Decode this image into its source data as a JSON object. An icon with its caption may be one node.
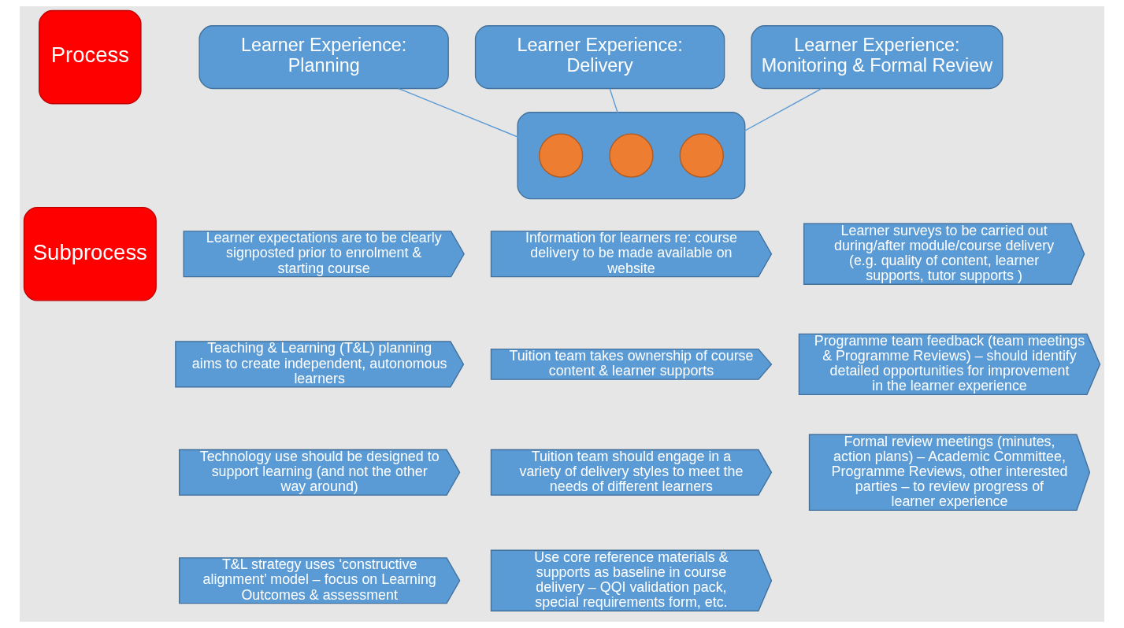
{
  "diagram": {
    "nodes": [
      {
        "text": [
          "Process"
        ]
      },
      {
        "text": [
          "Subprocess"
        ]
      },
      {
        "text": [
          "Learner Experience: Planning"
        ]
      },
      {
        "text": [
          "Learner Experience: Delivery"
        ]
      },
      {
        "text": [
          "Learner Experience: Monitoring & Formal Review"
        ]
      },
      {
        "text": [],
        "shape": "bar"
      },
      {
        "text": [],
        "shape": "circle",
        "in": 5
      },
      {
        "text": [],
        "shape": "circle",
        "in": 5
      },
      {
        "text": [],
        "shape": "circle",
        "in": 5
      },
      {
        "text": [
          "Learner expectations are to be clearly signposted prior to enrolment & starting course"
        ]
      },
      {
        "text": [
          "Teaching & Learning (T&L) planning aims to create independent, autonomous learners"
        ]
      },
      {
        "text": [
          "Technology use should be designed to support learning (and not the other way around)"
        ]
      },
      {
        "text": [
          "T&L strategy uses ‘constructive alignment’ model – focus on Learning Outcomes & assessment"
        ]
      },
      {
        "text": [
          "Information for learners re: course delivery to be made available on website"
        ]
      },
      {
        "text": [
          "Tuition team takes ownership of course content & learner supports"
        ]
      },
      {
        "text": [
          "Tuition team should engage in a variety of delivery styles to meet the needs of different learners"
        ]
      },
      {
        "text": [
          "Use core reference materials & supports as baseline in course delivery – QQI validation pack, special requirements form, etc."
        ]
      },
      {
        "text": [
          "Learner surveys to be carried out during/after module/course delivery (e.g. quality of content, learner supports, tutor supports )"
        ]
      },
      {
        "text": [
          "Programme team feedback (team meetings & Programme Reviews) – should identify detailed opportunities for improvement in the learner experience"
        ]
      },
      {
        "text": [
          "Formal review meetings (minutes, action plans) – Academic Committee, Programme Reviews, other interested parties – to review progress of learner experience"
        ]
      }
    ],
    "edges": [
      {
        "from": 2,
        "to": 6,
        "arrow": "none"
      },
      {
        "from": 3,
        "to": 7,
        "arrow": "none"
      },
      {
        "from": 4,
        "to": 8,
        "arrow": "none"
      }
    ]
  }
}
